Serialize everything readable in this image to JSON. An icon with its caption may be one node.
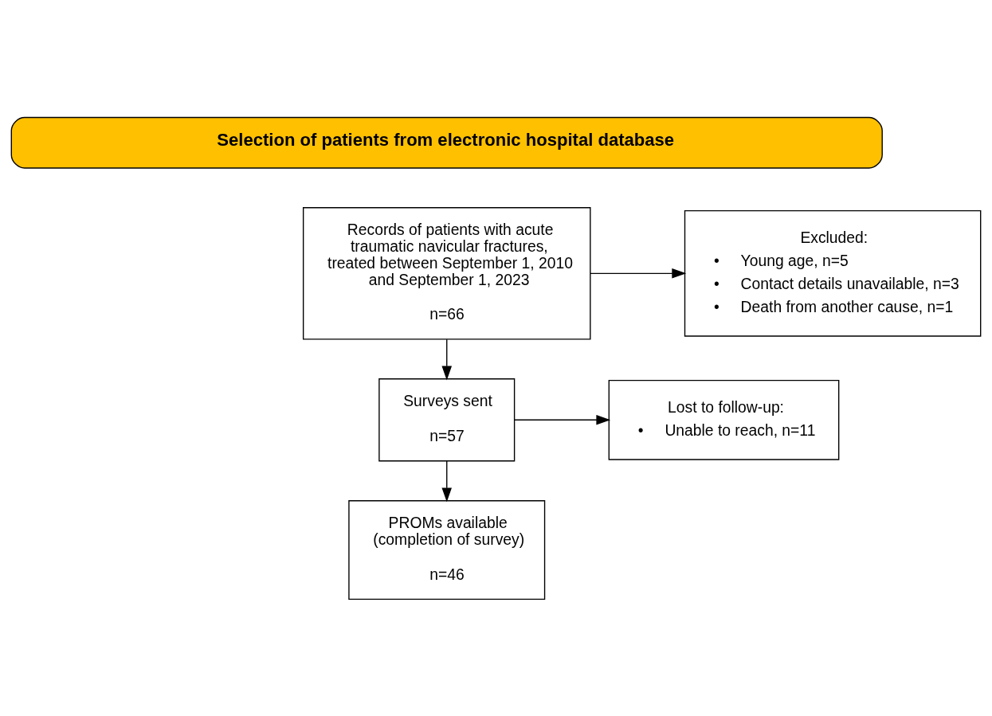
{
  "diagram": {
    "nodes": [
      {
        "text": [
          "Selection of patients from electronic hospital database"
        ]
      },
      {
        "text": [
          "Records of patients with acute traumatic navicular fractures, treated between September 1, 2010 and September 1, 2023",
          "n=66"
        ]
      },
      {
        "text": [
          "Excluded:",
          "•     Young age, n=5",
          "•     Contact details unavailable, n=3",
          "•     Death from another cause, n=1"
        ]
      },
      {
        "text": [
          "Surveys sent",
          "n=57"
        ]
      },
      {
        "text": [
          "Lost to follow-up:",
          "•     Unable to reach, n=11"
        ]
      },
      {
        "text": [
          "PROMs available (completion of survey)",
          "n=46"
        ]
      }
    ],
    "edges": [
      {
        "from": 1,
        "to": 2,
        "arrow": "to"
      },
      {
        "from": 1,
        "to": 3,
        "arrow": "to"
      },
      {
        "from": 3,
        "to": 4,
        "arrow": "to"
      },
      {
        "from": 3,
        "to": 5,
        "arrow": "to"
      }
    ]
  }
}
